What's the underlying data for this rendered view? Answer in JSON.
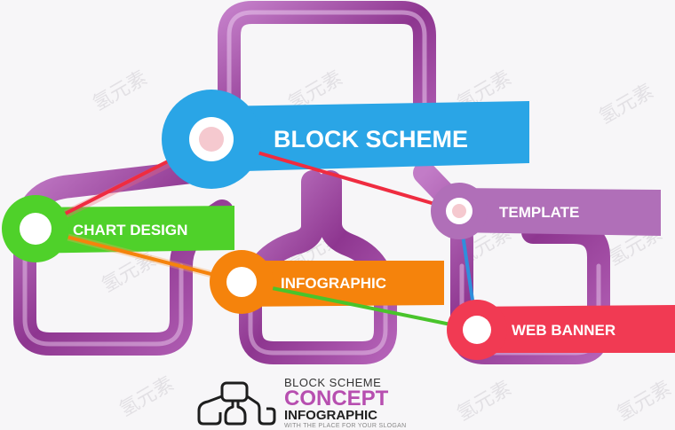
{
  "colors": {
    "pipe_dark": "#7d2a7a",
    "pipe_light": "#c076c4",
    "blue": "#2aa5e6",
    "green": "#4fd12a",
    "orange": "#f5830c",
    "red": "#f13a53",
    "violet": "#b06fb8",
    "link_red": "#ef2c40",
    "link_blue": "#2f8fdc",
    "link_green": "#49c42b"
  },
  "nodes": [
    {
      "id": "block-scheme",
      "label": "BLOCK SCHEME",
      "color": "#2aa5e6"
    },
    {
      "id": "chart-design",
      "label": "CHART DESIGN",
      "color": "#4fd12a"
    },
    {
      "id": "template",
      "label": "TEMPLATE",
      "color": "#b06fb8"
    },
    {
      "id": "infographic",
      "label": "INFOGRAPHIC",
      "color": "#f5830c"
    },
    {
      "id": "web-banner",
      "label": "WEB BANNER",
      "color": "#f13a53"
    }
  ],
  "watermark": "氢元素",
  "footer": {
    "line1": "BLOCK SCHEME",
    "line2": "CONCEPT",
    "line3": "INFOGRAPHIC",
    "line4": "WITH THE PLACE FOR YOUR SLOGAN"
  }
}
